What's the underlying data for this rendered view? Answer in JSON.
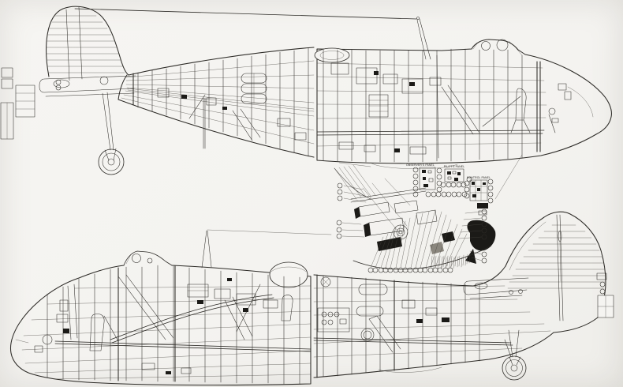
{
  "figure": {
    "kind": "scanned technical cutaway drawing",
    "subject": "Twin-engine aircraft fuselage cutaway, both side views, with enlarged cockpit equipment inset",
    "ink_color": "#2d2b27",
    "paper_color": "#f5f4f1",
    "views": [
      {
        "id": "top-left",
        "name": "rear-fuselage-tail-left",
        "description": "Rear fuselage and tail unit, fin at left, tailwheel extended"
      },
      {
        "id": "top-right",
        "name": "forward-fuselage-nose-right",
        "description": "Forward fuselage with cockpit canopy, nose at right, aerial mast on spine"
      },
      {
        "id": "center-inset",
        "name": "equipment-detail-inset",
        "description": "Enlarged cockpit and equipment bay detail with numbered callout rings"
      },
      {
        "id": "bottom-left",
        "name": "forward-fuselage-nose-left",
        "description": "Forward fuselage with cockpit canopy, nose at left, aerial mast on spine"
      },
      {
        "id": "bottom-right",
        "name": "rear-fuselage-tail-right",
        "description": "Rear fuselage and tail unit, fin at right, tailwheel extended"
      }
    ],
    "inset": {
      "panel_labels": [
        {
          "id": "observers-panel",
          "text": "OBSERVER'S PANEL"
        },
        {
          "id": "pilots-panel",
          "text": "PILOT'S PANEL"
        },
        {
          "id": "control-panel",
          "text": "CONTROL PANEL"
        }
      ],
      "callout_groups": [
        {
          "id": "left-column",
          "count": 6
        },
        {
          "id": "observers-panel-columns",
          "count": 9
        },
        {
          "id": "pilots-panel-row",
          "count": 6
        },
        {
          "id": "mid-row",
          "count": 8
        },
        {
          "id": "control-panel-columns",
          "count": 7
        },
        {
          "id": "right-column",
          "count": 7
        },
        {
          "id": "bottom-row",
          "count": 17
        }
      ],
      "note": "callout numerals illegible at scan resolution"
    }
  }
}
